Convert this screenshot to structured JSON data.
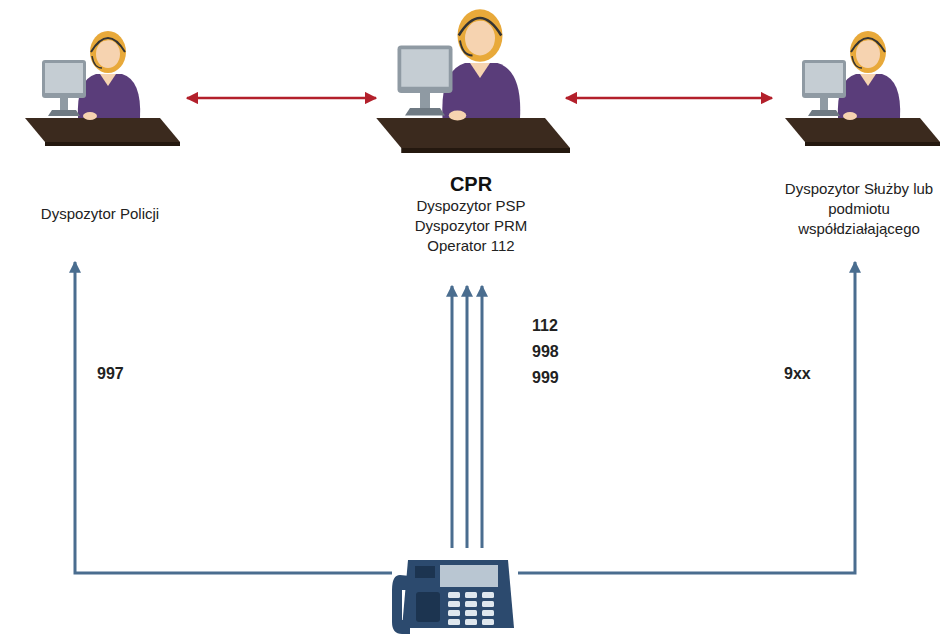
{
  "diagram": {
    "nodes": [
      {
        "text": [
          "Dyspozytor Policji"
        ]
      },
      {
        "text": [
          "CPR",
          "Dyspozytor PSP",
          "Dyspozytor PRM",
          "Operator 112"
        ]
      },
      {
        "text": [
          "Dyspozytor Służby lub podmiotu współdziałającego"
        ]
      }
    ],
    "edges": [
      {
        "from": 0,
        "to": 1,
        "arrow": "both"
      },
      {
        "from": 1,
        "to": 2,
        "arrow": "both"
      }
    ],
    "labels": [
      "997",
      "112",
      "998",
      "999",
      "9xx"
    ]
  }
}
